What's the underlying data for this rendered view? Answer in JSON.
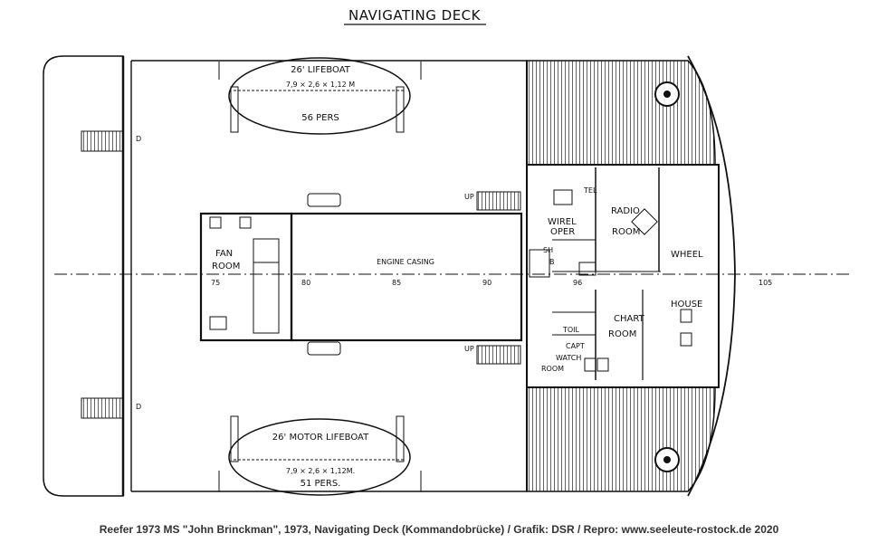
{
  "title": "NAVIGATING DECK",
  "lifeboat_top": {
    "name": "26' LIFEBOAT",
    "dims": "7,9 × 2,6 × 1,12 M",
    "persons": "56 PERS"
  },
  "lifeboat_bottom": {
    "name": "26' MOTOR LIFEBOAT",
    "dims": "7,9 × 2,6 × 1,12M.",
    "persons": "51 PERS."
  },
  "rooms": {
    "fan_room_1": "FAN",
    "fan_room_2": "ROOM",
    "engine_casing": "ENGINE CASING",
    "wireless_1": "WIREL",
    "wireless_2": "OPER",
    "radio_1": "RADIO",
    "radio_2": "ROOM",
    "tel": "TEL",
    "sh": "SH",
    "wheel_1": "WHEEL",
    "wheel_2": "HOUSE",
    "chart_1": "CHART",
    "chart_2": "ROOM",
    "toil": "TOIL",
    "capt_1": "CAPT",
    "capt_2": "WATCH",
    "capt_3": "ROOM"
  },
  "markers": {
    "up_top": "UP",
    "up_bottom": "UP",
    "d_top": "D",
    "d_bottom": "D",
    "b": "B"
  },
  "frames": [
    "75",
    "80",
    "85",
    "90",
    "96",
    "105"
  ],
  "caption": "Reefer 1973 MS \"John Brinckman\", 1973, Navigating Deck (Kommandobrücke) / Grafik: DSR / Repro: www.seeleute-rostock.de 2020"
}
